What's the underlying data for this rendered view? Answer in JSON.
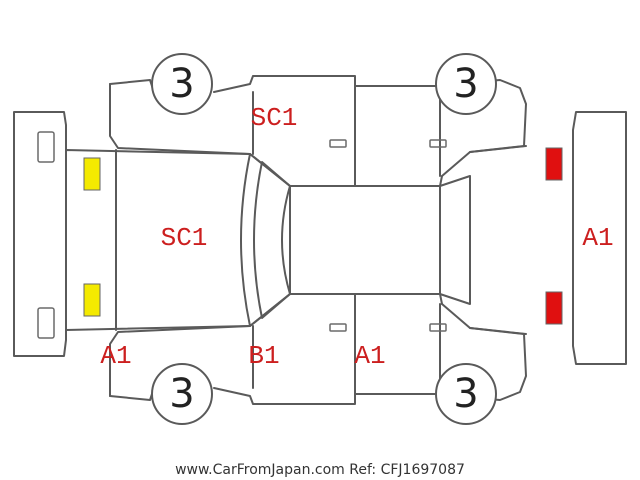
{
  "colors": {
    "damage_code": "#cc1f1f",
    "front_marker": "#f4ea00",
    "rear_marker": "#e01010",
    "outline": "#5a5a5a"
  },
  "tires": {
    "front_left": "3",
    "front_right": "3",
    "rear_left": "3",
    "rear_right": "3"
  },
  "damage": {
    "left_side_top": "SC1",
    "hood": "SC1",
    "front_bumper": "A1",
    "front_left_pillar": "B1",
    "left_side_bottom": "A1",
    "rear_bumper": "A1"
  },
  "footer": {
    "watermark": "www.CarFromJapan.com Ref: CFJ1697087"
  }
}
